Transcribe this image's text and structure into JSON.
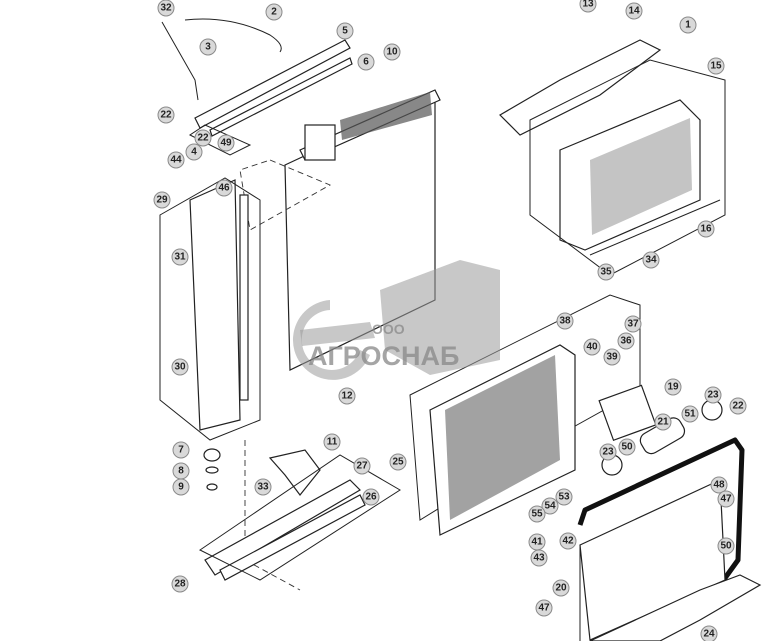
{
  "diagram": {
    "callouts": [
      "32",
      "2",
      "13",
      "14",
      "1",
      "3",
      "5",
      "6",
      "10",
      "15",
      "22",
      "22",
      "4",
      "49",
      "44",
      "46",
      "29",
      "16",
      "31",
      "35",
      "34",
      "38",
      "37",
      "36",
      "40",
      "39",
      "30",
      "12",
      "19",
      "23",
      "22",
      "51",
      "21",
      "50",
      "11",
      "7",
      "23",
      "25",
      "27",
      "8",
      "9",
      "33",
      "26",
      "48",
      "53",
      "54",
      "55",
      "47",
      "41",
      "42",
      "43",
      "50",
      "28",
      "20",
      "47",
      "24"
    ]
  },
  "watermark": {
    "prefix": "ООО",
    "name": "АГРОСНАБ"
  }
}
